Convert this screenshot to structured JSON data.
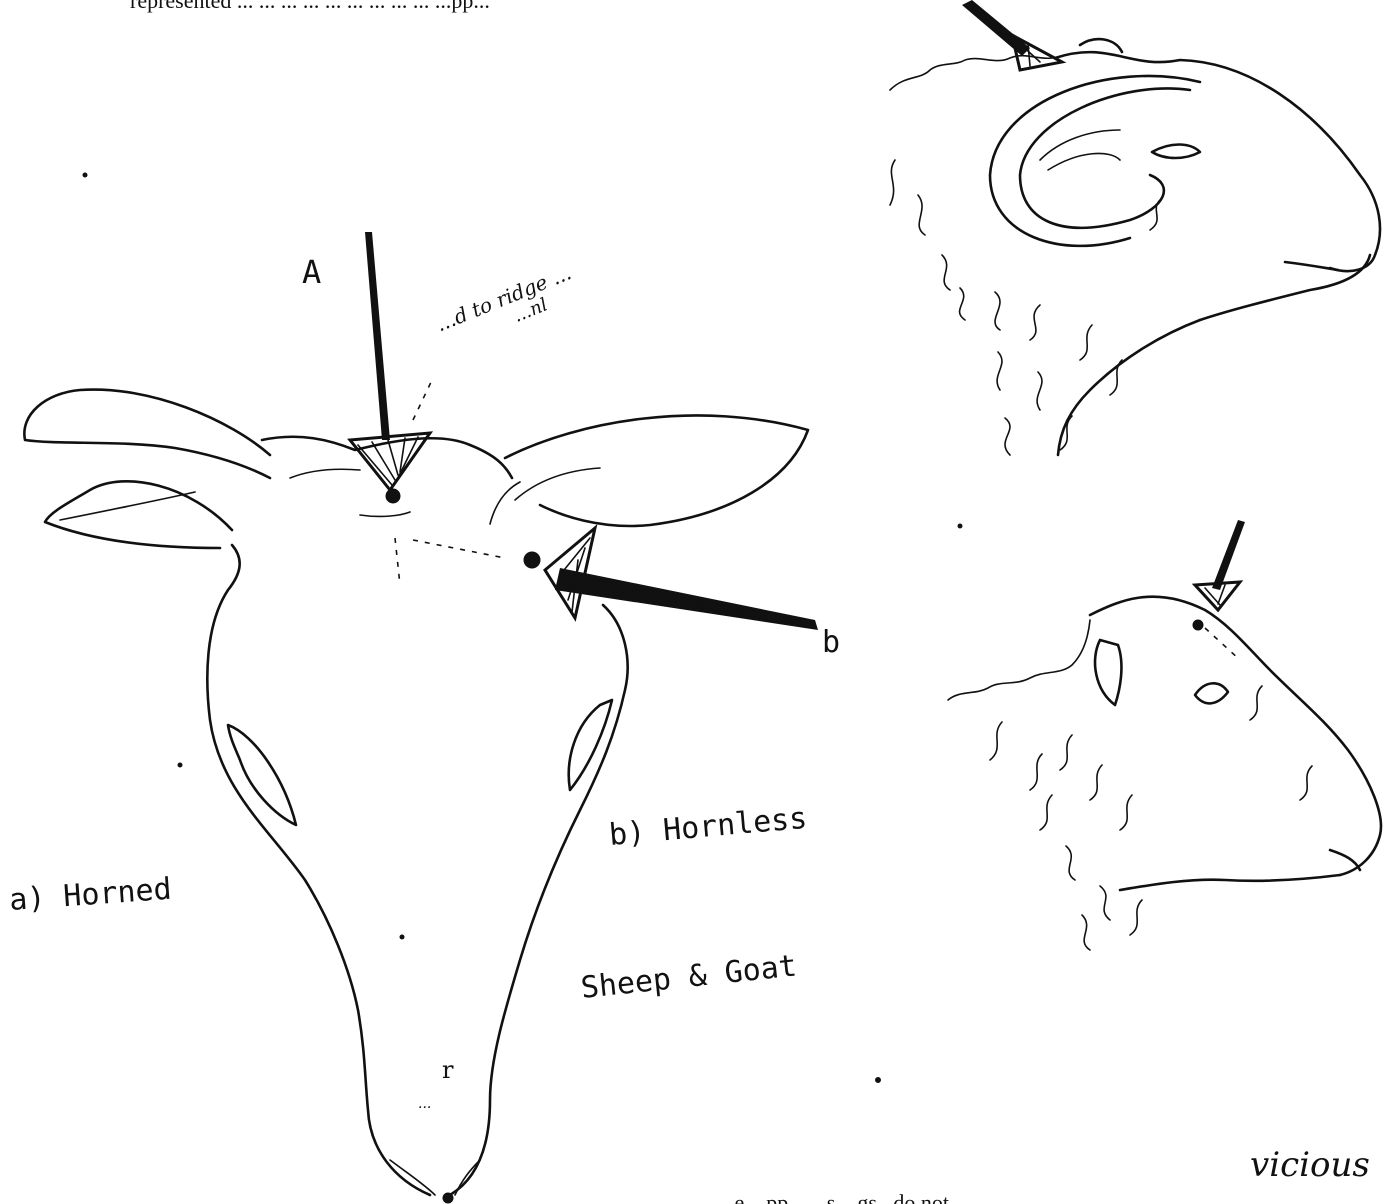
{
  "figure": {
    "top_text": "represented ... ... ... ... ... ... ... ... ... ...pp...",
    "label_A": "A",
    "label_b": "b",
    "caption_horned": "a) Horned",
    "caption_hornless": "b) Hornless",
    "caption_species": "Sheep & Goat",
    "handwritten_note_line1": "...d to ridge ...",
    "handwritten_note_line2": "...nl",
    "muzzle_note_letter": "r",
    "muzzle_note_text": "...",
    "handwritten_word": "vicious",
    "bottom_text": "... ... ... ... ... ... ... ... ... ...e ...pp... ...s ...gs.. do not"
  }
}
